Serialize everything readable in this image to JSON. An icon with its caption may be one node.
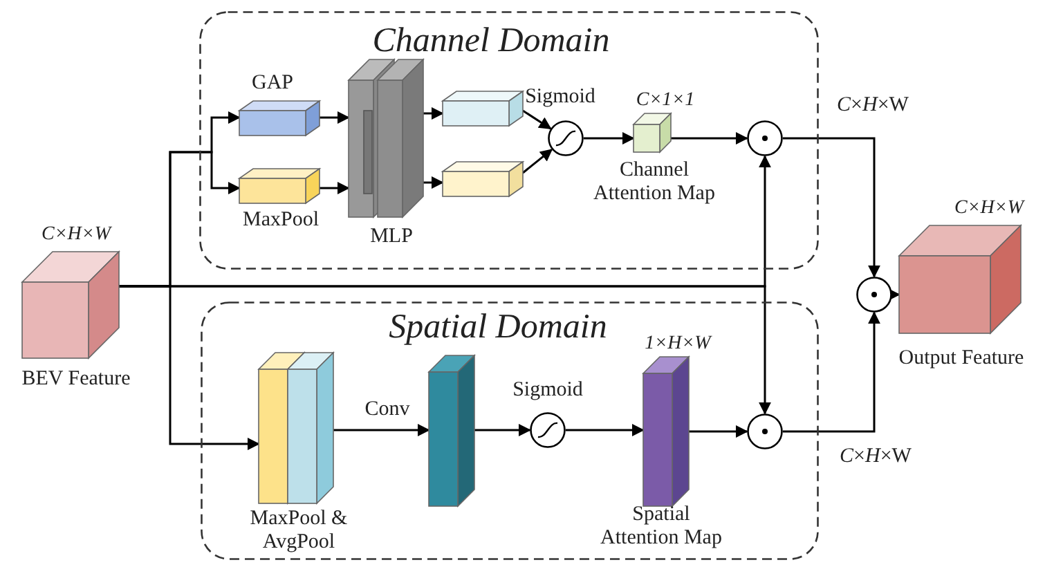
{
  "diagram": {
    "nodes": [
      {
        "text": [
          "Channel Domain"
        ]
      },
      {
        "text": [
          "Spatial Domain"
        ]
      },
      {
        "text": [
          "BEV Feature"
        ],
        "beside": [
          "C×H×W"
        ]
      },
      {
        "text": [
          "GAP"
        ],
        "in": 0
      },
      {
        "text": [
          "MaxPool"
        ],
        "in": 0
      },
      {
        "text": [
          "MLP"
        ],
        "in": 0
      },
      {
        "text": [],
        "shape": "box",
        "in": 0
      },
      {
        "text": [],
        "shape": "box",
        "in": 0
      },
      {
        "text": [
          "Sigmoid"
        ],
        "in": 0
      },
      {
        "text": [
          "Channel Attention Map"
        ],
        "beside": [
          "*C*×1×1"
        ],
        "in": 0
      },
      {
        "text": [],
        "shape": "circle",
        "in": 0
      },
      {
        "text": [],
        "shape": "circle"
      },
      {
        "text": [
          "Output Feature"
        ],
        "beside": [
          "C×H×W"
        ]
      },
      {
        "text": [
          "MaxPool & AvgPool"
        ],
        "in": 1
      },
      {
        "text": [],
        "shape": "box",
        "in": 1
      },
      {
        "text": [
          "Sigmoid"
        ],
        "in": 1
      },
      {
        "text": [
          "Spatial Attention Map"
        ],
        "beside": [
          "1×*H*×*W*"
        ],
        "in": 1
      },
      {
        "text": [],
        "shape": "circle",
        "in": 1
      }
    ],
    "edges": [
      {
        "from": 2,
        "to": 3,
        "arrow": "to"
      },
      {
        "from": 2,
        "to": 4,
        "arrow": "to"
      },
      {
        "from": 2,
        "to": 13,
        "arrow": "to"
      },
      {
        "from": 2,
        "to": 10,
        "arrow": "to"
      },
      {
        "from": 2,
        "to": 17,
        "arrow": "to"
      },
      {
        "from": 3,
        "to": 5,
        "arrow": "to"
      },
      {
        "from": 4,
        "to": 5,
        "arrow": "to"
      },
      {
        "from": 5,
        "to": 6,
        "arrow": "to"
      },
      {
        "from": 5,
        "to": 7,
        "arrow": "to"
      },
      {
        "from": 6,
        "to": 8,
        "arrow": "to"
      },
      {
        "from": 7,
        "to": 8,
        "arrow": "to"
      },
      {
        "from": 8,
        "to": 9,
        "arrow": "to"
      },
      {
        "from": 9,
        "to": 10,
        "arrow": "to"
      },
      {
        "from": 10,
        "to": 11,
        "arrow": "to"
      },
      {
        "from": 11,
        "to": 12,
        "arrow": "to"
      },
      {
        "from": 13,
        "to": 14,
        "arrow": "to",
        "label": "Conv"
      },
      {
        "from": 14,
        "to": 15,
        "arrow": "to"
      },
      {
        "from": 15,
        "to": 16,
        "arrow": "to"
      },
      {
        "from": 16,
        "to": 17,
        "arrow": "to"
      },
      {
        "from": 17,
        "to": 11,
        "arrow": "to"
      }
    ],
    "labels": [
      "*C*×*H*×W",
      "*C*×*H*×W"
    ]
  }
}
